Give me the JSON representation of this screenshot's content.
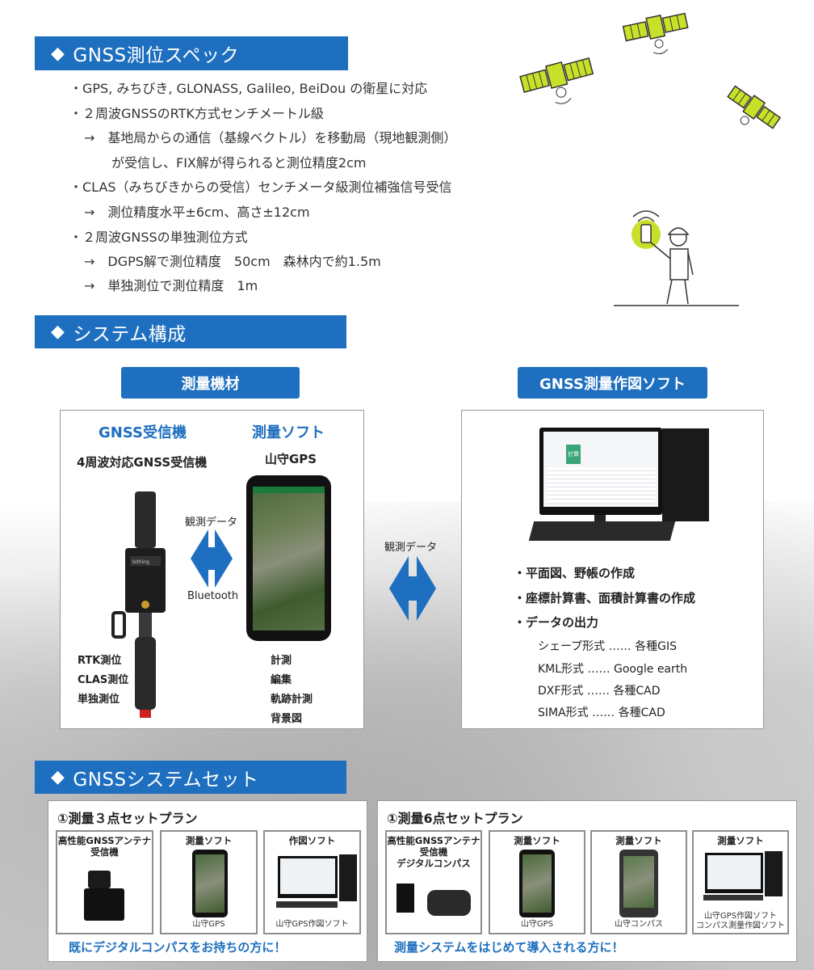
{
  "spec": {
    "heading": "GNSS測位スペック",
    "lines": [
      "・GPS, みちびき, GLONASS, Galileo, BeiDou の衛星に対応",
      "・２周波GNSSのRTK方式センチメートル級",
      "→　基地局からの通信（基線ベクトル）を移動局（現地観測側）",
      "が受信し、FIX解が得られると測位精度2cm",
      "・CLAS（みちびきからの受信）センチメータ級測位補強信号受信",
      "→　測位精度水平±6cm、高さ±12cm",
      "・２周波GNSSの単独測位方式",
      "→　DGPS解で測位精度　50cm　森林内で約1.5m",
      "→　単独測位で測位精度　1m"
    ]
  },
  "system": {
    "heading": "システム構成",
    "left_pill": "測量機材",
    "right_pill": "GNSS測量作図ソフト",
    "receiver_title": "GNSS受信機",
    "receiver_desc": "4周波対応GNSS受信機",
    "software_title": "測量ソフト",
    "software_name": "山守GPS",
    "link_top": "観測データ",
    "link_bottom": "Bluetooth",
    "modes": [
      "RTK測位",
      "CLAS測位",
      "単独測位"
    ],
    "functions": [
      "計測",
      "編集",
      "軌跡計測",
      "背景図"
    ],
    "middle_link": "観測データ",
    "outputs": [
      "・平面図、野帳の作成",
      "・座標計算書、面積計算書の作成",
      "・データの出力"
    ],
    "formats": [
      "シェープ形式 ‥‥‥ 各種GIS",
      "KML形式 ‥‥‥ Google earth",
      "DXF形式 ‥‥‥ 各種CAD",
      "SIMA形式 ‥‥‥ 各種CAD"
    ],
    "pc_screen_btn": "計算"
  },
  "sets": {
    "heading": "GNSSシステムセット",
    "plan1": {
      "title": "①測量３点セットプラン",
      "items": [
        {
          "label": "高性能GNSSアンテナ\n受信機",
          "caption": ""
        },
        {
          "label": "測量ソフト",
          "caption": "山守GPS"
        },
        {
          "label": "作図ソフト",
          "caption": "山守GPS作図ソフト"
        }
      ],
      "slogan": "既にデジタルコンパスをお持ちの方に！"
    },
    "plan2": {
      "title": "①測量6点セットプラン",
      "items": [
        {
          "label": "高性能GNSSアンテナ\n受信機\nデジタルコンパス",
          "caption": ""
        },
        {
          "label": "測量ソフト",
          "caption": "山守GPS"
        },
        {
          "label": "測量ソフト",
          "caption": "山守コンパス"
        },
        {
          "label": "測量ソフト",
          "caption": "山守GPS作図ソフト\nコンパス測量作図ソフト"
        }
      ],
      "slogan": "測量システムをはじめて導入される方に！"
    }
  },
  "colors": {
    "primary_blue": "#1e6fbf",
    "lime": "#c8e02a"
  }
}
